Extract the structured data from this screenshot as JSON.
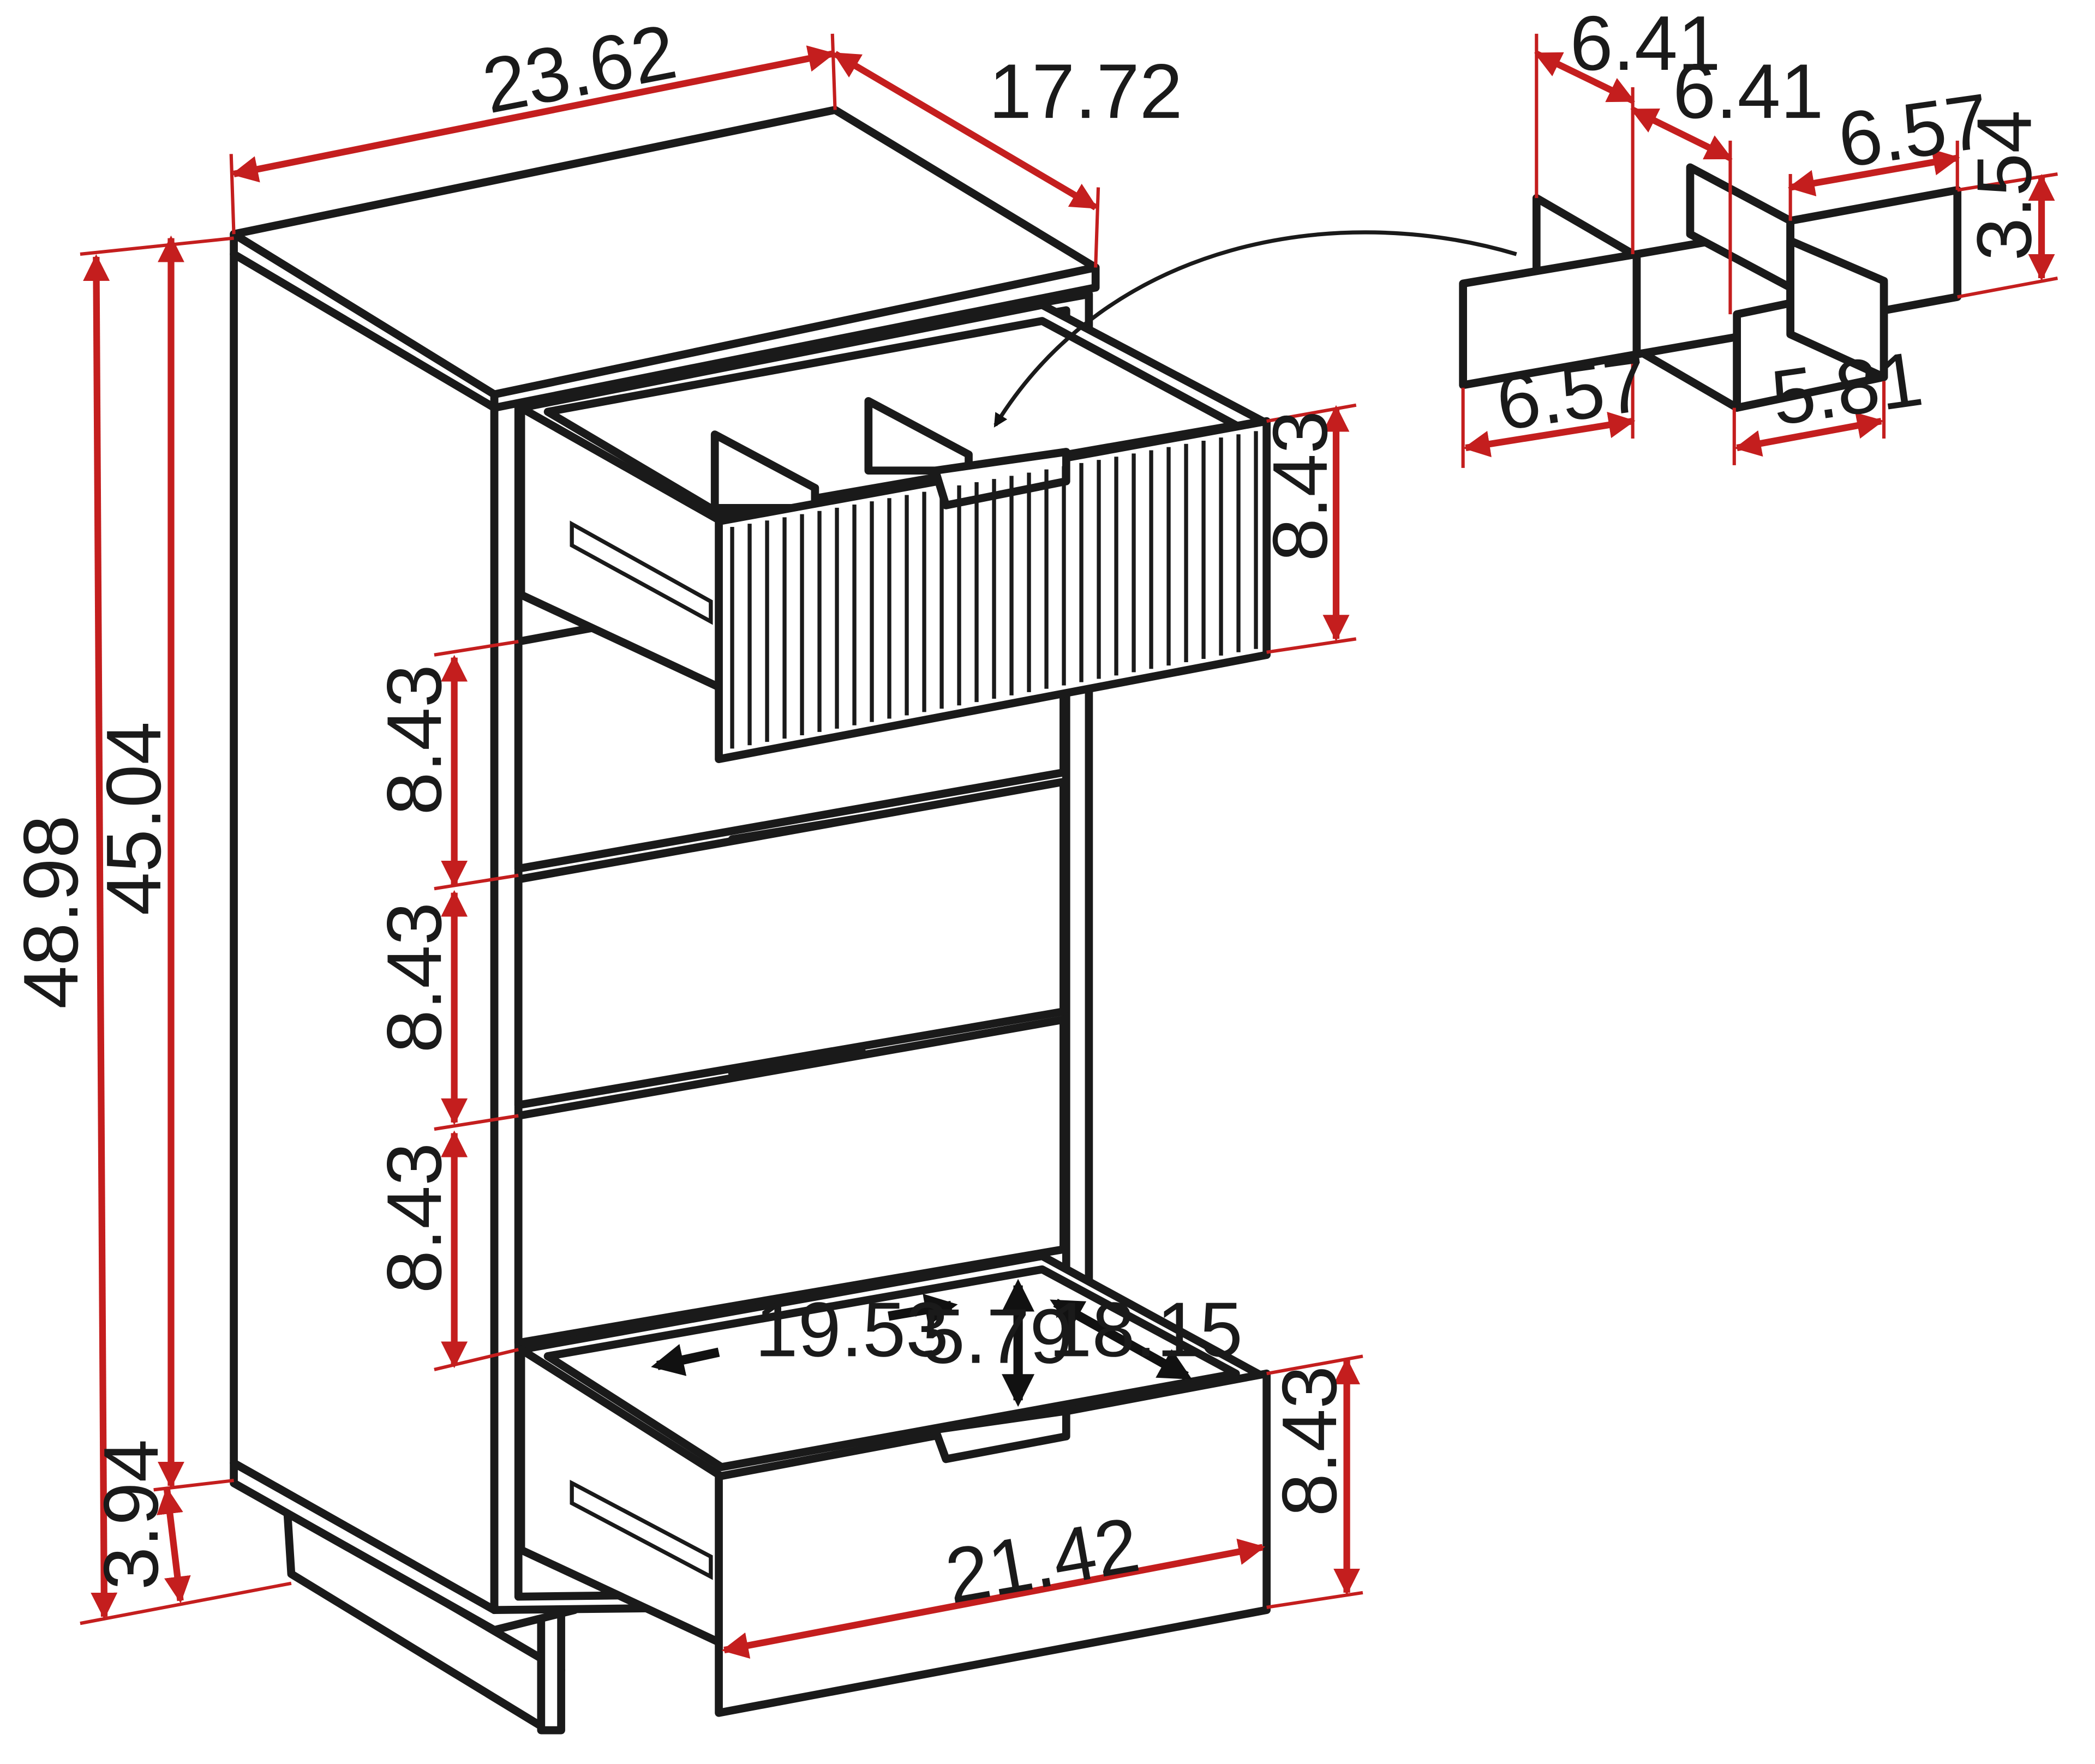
{
  "colors": {
    "dimension": "#c41e1e",
    "outline": "#1a1a1a",
    "background": "#ffffff"
  },
  "dimensions": {
    "top_width": "23.62",
    "top_depth": "17.72",
    "total_height": "48.98",
    "body_height": "45.04",
    "leg_height": "3.94",
    "drawer_1_height": "8.43",
    "drawer_2_height": "8.43",
    "drawer_3_height": "8.43",
    "drawer_4_height": "8.43",
    "drawer_5_height": "8.43",
    "drawer_front_width": "21.42",
    "inner_width": "19.53",
    "inner_height": "5.79",
    "inner_depth": "18.15"
  },
  "divider": {
    "d1": "6.41",
    "d2": "6.41",
    "d3": "6.57",
    "d4": "3.54",
    "d5": "6.57",
    "d6": "5.81"
  }
}
